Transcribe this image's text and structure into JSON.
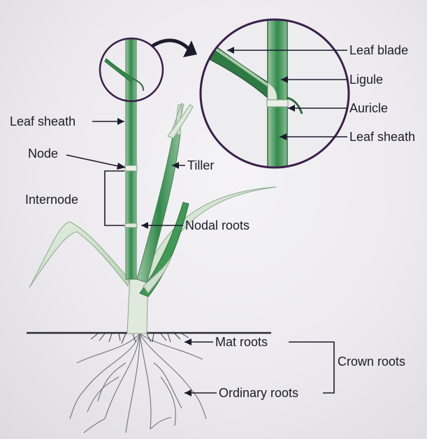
{
  "labels": {
    "leaf_blade": "Leaf blade",
    "ligule": "Ligule",
    "auricle": "Auricle",
    "leaf_sheath_zoom": "Leaf sheath",
    "leaf_sheath": "Leaf sheath",
    "node": "Node",
    "tiller": "Tiller",
    "internode": "Internode",
    "nodal_roots": "Nodal roots",
    "mat_roots": "Mat roots",
    "crown_roots": "Crown roots",
    "ordinary_roots": "Ordinary roots"
  },
  "colors": {
    "stem_green": "#2f8a4a",
    "leaf_pale": "#c9ddc4",
    "callout_circle": "#3a1f4a",
    "label_text": "#1b1b2c",
    "root_gray": "#5a5e6e",
    "soil_line": "#2a2a35"
  }
}
